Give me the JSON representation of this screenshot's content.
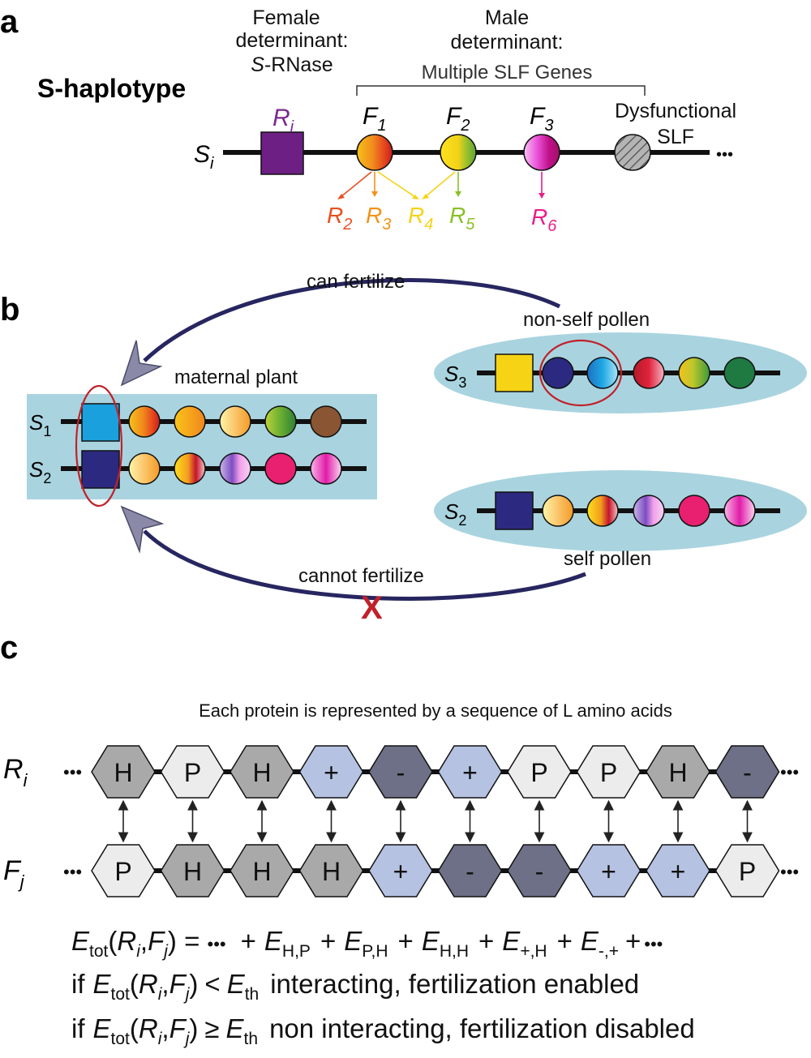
{
  "panel_a": {
    "letter": "a",
    "title": "S-haplotype",
    "female_line1": "Female",
    "female_line2": "determinant:",
    "female_line3_italic": "S",
    "female_line3_rest": "-RNase",
    "male_line1": "Male",
    "male_line2": "determinant:",
    "male_line3": "Multiple SLF Genes",
    "dysfunctional_line1": "Dysfunctional",
    "dysfunctional_line2": "SLF",
    "chromosome_main": "S",
    "chromosome_sub": "i",
    "ellipsis": "•••",
    "ri_main": "R",
    "ri_sub": "i",
    "genes": [
      {
        "main": "F",
        "sub": "1"
      },
      {
        "main": "F",
        "sub": "2"
      },
      {
        "main": "F",
        "sub": "3"
      }
    ],
    "targets": [
      {
        "main": "R",
        "sub": "2",
        "color": "#e8501e"
      },
      {
        "main": "R",
        "sub": "3",
        "color": "#f39219"
      },
      {
        "main": "R",
        "sub": "4",
        "color": "#f7d21a"
      },
      {
        "main": "R",
        "sub": "5",
        "color": "#8cbf26"
      },
      {
        "main": "R",
        "sub": "6",
        "color": "#e5208a"
      }
    ],
    "colors": {
      "rnase": "#6d1f84",
      "ri_label": "#7a2a8c"
    }
  },
  "panel_b": {
    "letter": "b",
    "can_fertilize": "can fertilize",
    "non_self_pollen": "non-self pollen",
    "maternal_plant": "maternal plant",
    "self_pollen": "self pollen",
    "cannot_fertilize": "cannot fertilize",
    "cross_mark": "X",
    "s1": {
      "main": "S",
      "sub": "1"
    },
    "s2": {
      "main": "S",
      "sub": "2"
    },
    "s3": {
      "main": "S",
      "sub": "3"
    },
    "s2_pollen": {
      "main": "S",
      "sub": "2"
    },
    "colors": {
      "box_bg": "#a9d4df",
      "arrow": "#272660",
      "highlight_ring": "#c0212a",
      "s1_rnase": "#1aa0dc",
      "s2_rnase": "#2c2a80",
      "s3_rnase": "#f7d315"
    }
  },
  "panel_c": {
    "letter": "c",
    "caption": "Each protein is represented by a sequence of L amino acids",
    "ri_main": "R",
    "ri_sub": "i",
    "fj_main": "F",
    "fj_sub": "j",
    "ellipsis": "•••",
    "ri_residues": [
      "H",
      "P",
      "H",
      "+",
      "-",
      "+",
      "P",
      "P",
      "H",
      "-"
    ],
    "fj_residues": [
      "P",
      "H",
      "H",
      "H",
      "+",
      "-",
      "-",
      "+",
      "+",
      "P"
    ],
    "residue_colors": {
      "H": "#a9a9a9",
      "P": "#ececec",
      "+": "#b5c2e2",
      "-": "#6d7086"
    },
    "eq_line": {
      "lhs_main": "E",
      "lhs_sub": "tot",
      "lhs_args_open": "(",
      "lhs_r": "R",
      "lhs_r_sub": "i",
      "comma": ",",
      "lhs_f": "F",
      "lhs_f_sub": "j",
      "lhs_args_close": ")",
      "equals": " = ",
      "terms": [
        {
          "main": "E",
          "sub": "H,P"
        },
        {
          "main": "E",
          "sub": "P,H"
        },
        {
          "main": "E",
          "sub": "H,H"
        },
        {
          "main": "E",
          "sub": "+,H"
        },
        {
          "main": "E",
          "sub": "-,+"
        }
      ],
      "plus": "+"
    },
    "cond1": {
      "if": "if",
      "op": "<",
      "th_main": "E",
      "th_sub": "th",
      "text": "interacting, fertilization enabled"
    },
    "cond2": {
      "if": "if",
      "op": "≥",
      "th_main": "E",
      "th_sub": "th",
      "text": "non interacting, fertilization disabled"
    }
  }
}
